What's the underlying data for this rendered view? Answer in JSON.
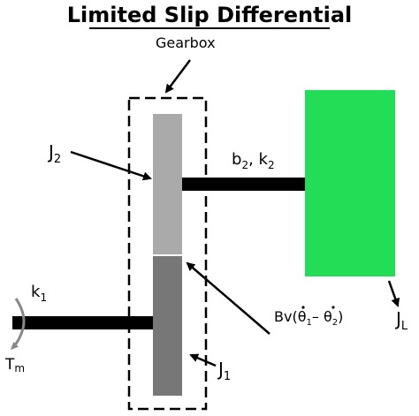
{
  "title": "Limited Slip Differential",
  "labels": {
    "gearbox": "Gearbox",
    "j2": {
      "base": "J",
      "sub": "2"
    },
    "j1": {
      "base": "J",
      "sub": "1"
    },
    "jl": {
      "base": "J",
      "sub": "L"
    },
    "b2k2": {
      "b": "b",
      "b_sub": "2",
      "sep": ", k",
      "k_sub": "2"
    },
    "k1": {
      "base": "k",
      "sub": "1"
    },
    "tm": {
      "base": "T",
      "sub": "m"
    },
    "bv": {
      "prefix": "Bv(",
      "theta1": "θ",
      "sub1": "1",
      "minus": "– ",
      "theta2": "θ",
      "sub2": "2",
      "suffix": ")"
    }
  },
  "colors": {
    "load_inertia": "#22dd55",
    "upper_gear": "#aaaaaa",
    "lower_gear": "#777777",
    "shaft": "#000000",
    "torque_arrow": "#888888"
  }
}
